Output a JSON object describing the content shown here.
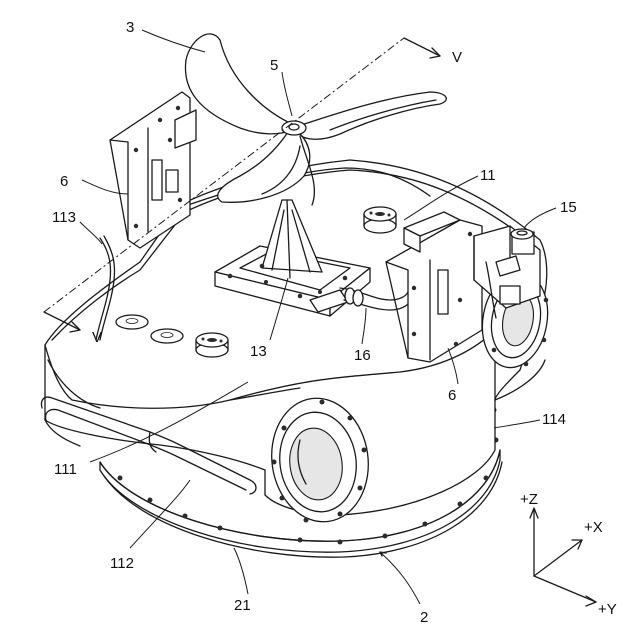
{
  "labels": {
    "l3": "3",
    "l5": "5",
    "l6a": "6",
    "l6b": "6",
    "l11": "11",
    "l15": "15",
    "l113": "113",
    "l13": "13",
    "l16": "16",
    "l111": "111",
    "l112": "112",
    "l114": "114",
    "l21": "21",
    "l2": "2",
    "v_top": "V",
    "v_bottom": "V"
  },
  "axes": {
    "z": "+Z",
    "x": "+X",
    "y": "+Y"
  }
}
